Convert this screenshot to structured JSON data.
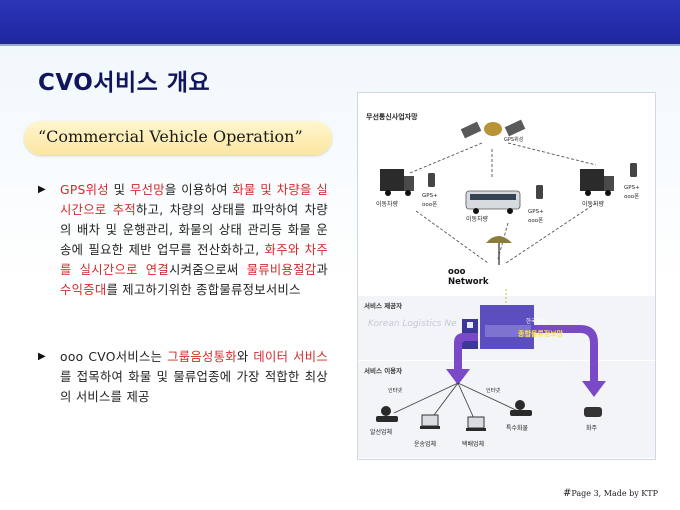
{
  "slide": {
    "title": "CVO서비스 개요",
    "subtitle": "“Commercial Vehicle Operation”",
    "footer_hash": "#",
    "footer_text": "Page 3,  Made by KTP"
  },
  "para1": {
    "bullet": "▶",
    "s1": "GPS위성",
    "s2": " 및 ",
    "s3": "무선망",
    "s4": "을 이용하여 ",
    "s5": "화물 및 차량을 실시간으로 추적",
    "s6": "하고, 차량의 상태를 파악하여 차량의 배차 및 운행관리, 화물의 상태 관리등 화물 운송에 필요한 제반 업무를 전산화하고, ",
    "s7": "화주와 차주를 실시간으로 연결",
    "s8": "시켜줌으로써 ",
    "s9": "물류비용절감",
    "s10": "과 ",
    "s11": "수익증대",
    "s12": "를 제고하기위한 종합물류정보서비스"
  },
  "para2": {
    "bullet": "▶",
    "s1": "ooo CVO서비스는 ",
    "s2": "그룹음성통화",
    "s3": "와 ",
    "s4": "데이터 서비스",
    "s5": "를 접목하여 화물 및 물류업종에 가장 적합한 최상의 서비스를 제공"
  },
  "diagram": {
    "top_label": "무선통신사업자망",
    "gps_satellite": "GPS위성",
    "vehicle_left": "이동차량",
    "vehicle_mid": "이동차량",
    "vehicle_right": "이동차량",
    "gps_left_1": "GPS+",
    "gps_left_2": "ooo폰",
    "gps_mid_1": "GPS+",
    "gps_mid_2": "ooo폰",
    "gps_right_1": "GPS+",
    "gps_right_2": "ooo폰",
    "network_label": "ooo\nNetwork",
    "provider_label": "서비스 제공자",
    "watermark": "Korean Logistics Ne",
    "server_company": "한국통신",
    "server_name": "종합물류정보망",
    "user_label": "서비스 이용자",
    "small_left": "인터넷",
    "small_right": "인터넷",
    "user1": "알선업체",
    "user2": "운송업체",
    "user3": "택배업체",
    "user4": "특수화물",
    "user5": "화주"
  },
  "colors": {
    "topbar": "#1f26a0",
    "highlight": "#d22a2a",
    "arrow_purple": "#7a49c8",
    "pill": "#fbe6a0"
  }
}
